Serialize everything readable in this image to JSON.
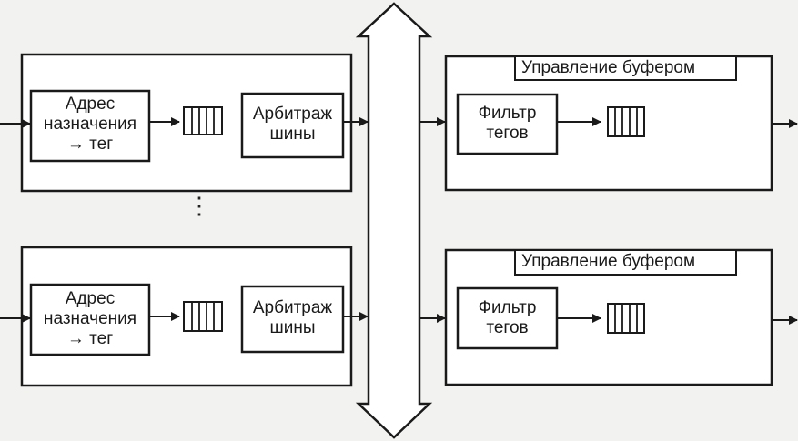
{
  "input_modules": [
    {
      "mapper": {
        "line1": "Адрес",
        "line2": "назначения",
        "line3": "→ тег"
      },
      "arbiter": {
        "line1": "Арбитраж",
        "line2": "шины"
      }
    },
    {
      "mapper": {
        "line1": "Адрес",
        "line2": "назначения",
        "line3": "→ тег"
      },
      "arbiter": {
        "line1": "Арбитраж",
        "line2": "шины"
      }
    }
  ],
  "ellipsis": "⋮",
  "output_modules": [
    {
      "header": "Управление буфером",
      "filter": {
        "line1": "Фильтр",
        "line2": "тегов"
      }
    },
    {
      "header": "Управление буфером",
      "filter": {
        "line1": "Фильтр",
        "line2": "тегов"
      }
    }
  ],
  "colors": {
    "stroke": "#1a1a1a",
    "background": "#f2f2f0",
    "box_fill": "#ffffff"
  }
}
